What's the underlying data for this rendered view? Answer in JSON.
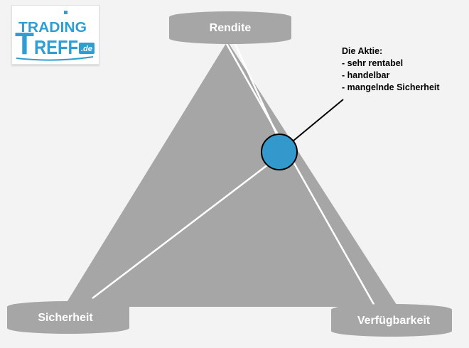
{
  "logo": {
    "line1": "TRADING",
    "line2": "REFF",
    "line2_initial": "T",
    "suffix": ".de",
    "brand_color": "#2f9fd3"
  },
  "nodes": {
    "top": "Rendite",
    "left": "Sicherheit",
    "right": "Verfügbarkeit"
  },
  "annotation": {
    "title": "Die Aktie:",
    "items": [
      "- sehr rentabel",
      "- handelbar",
      "- mangelnde Sicherheit"
    ]
  },
  "colors": {
    "background": "#f3f3f3",
    "triangle": "#a6a6a6",
    "node": "#a6a6a6",
    "lines": "#ffffff",
    "marker": "#3399cc"
  }
}
